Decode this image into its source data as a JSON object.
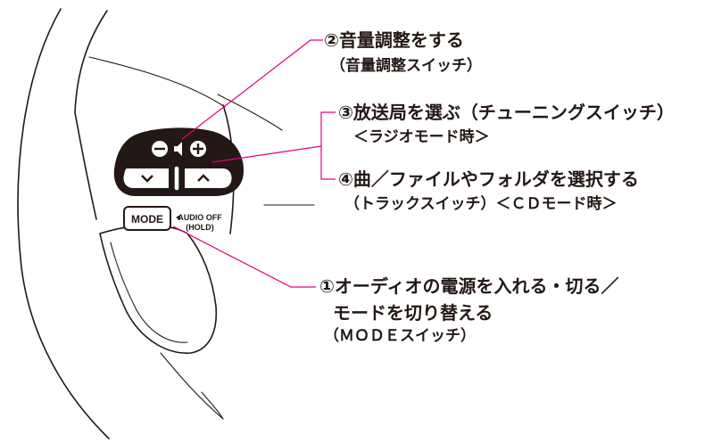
{
  "switch_labels": {
    "mode": "MODE",
    "audio_off_line1": "AUDIO OFF",
    "audio_off_line2": "(HOLD)"
  },
  "callouts": {
    "volume": {
      "title": "②音量調整をする",
      "note": "（音量調整スイッチ）"
    },
    "tuning": {
      "title": "③放送局を選ぶ（チューニングスイッチ）",
      "note": "＜ラジオモード時＞"
    },
    "track": {
      "title": "④曲／ファイルやフォルダを選択する",
      "note": "（トラックスイッチ）＜ＣＤモード時＞"
    },
    "mode": {
      "title_line1": "①オーディオの電源を入れる・切る／",
      "title_line2": "モードを切り替える",
      "note": "（ＭＯＤＥスイッチ）"
    }
  },
  "colors": {
    "leader": "#e4007f",
    "line_art": "#231815"
  }
}
